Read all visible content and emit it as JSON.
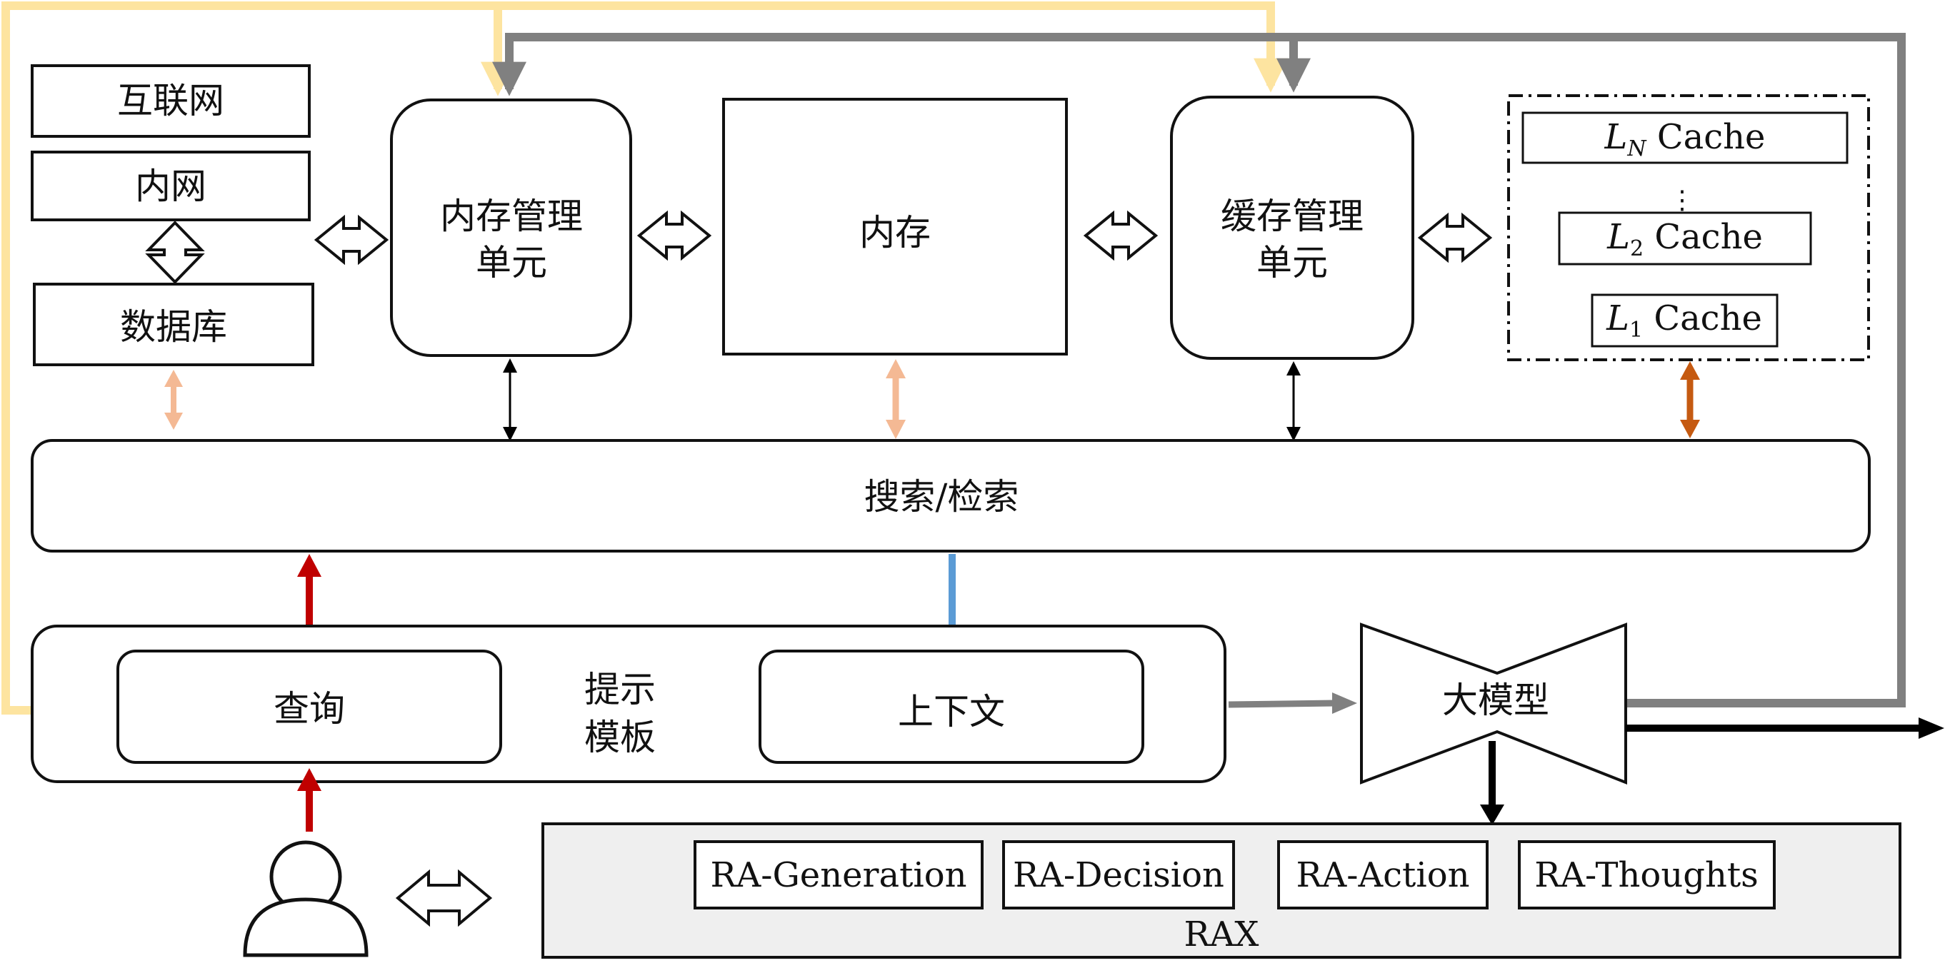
{
  "sources": {
    "internet": "互联网",
    "intranet": "内网",
    "database": "数据库"
  },
  "memory_mgmt": {
    "line1": "内存管理",
    "line2": "单元"
  },
  "memory": "内存",
  "cache_mgmt": {
    "line1": "缓存管理",
    "line2": "单元"
  },
  "caches": {
    "ln": {
      "sym": "L",
      "sub": "N",
      "suffix": " Cache"
    },
    "dots": "⋮",
    "l2": {
      "sym": "L",
      "sub": "2",
      "suffix": " Cache"
    },
    "l1": {
      "sym": "L",
      "sub": "1",
      "suffix": " Cache"
    }
  },
  "search": "搜索/检索",
  "prompt_template": {
    "line1": "提示",
    "line2": "模板",
    "query": "查询",
    "context": "上下文"
  },
  "llm": "大模型",
  "rax": {
    "label": "RAX",
    "items": [
      "RA-Generation",
      "RA-Decision",
      "RA-Action",
      "RA-Thoughts"
    ]
  },
  "colors": {
    "yellow_line": "#FDE4A0",
    "gray_line": "#808080",
    "peach_arrow": "#F4B994",
    "orange_arrow": "#C55A11",
    "red_arrow": "#C00000",
    "blue_arrow": "#5B9BD5",
    "rax_bg": "#EFEFEF"
  }
}
